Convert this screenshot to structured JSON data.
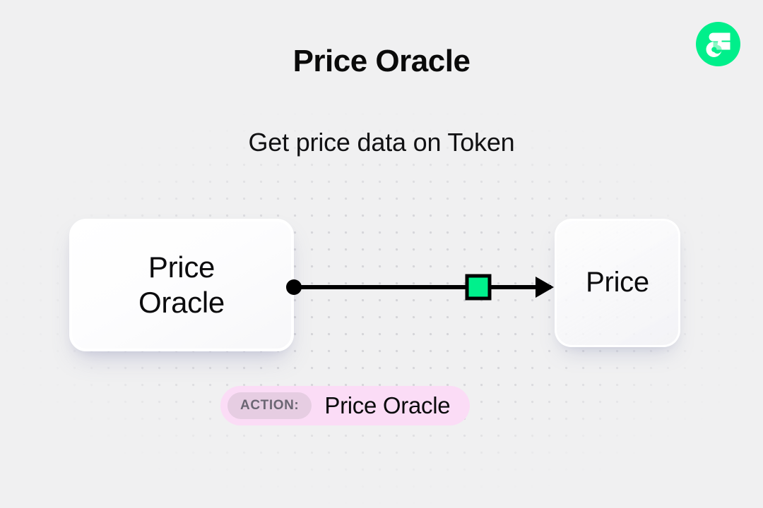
{
  "page": {
    "title": "Price Oracle",
    "subtitle": "Get price data on Token",
    "background_color": "#f0f0f1"
  },
  "brand": {
    "logo_name": "flow-logo",
    "logo_color": "#00ef8b",
    "logo_mark_color": "#ffffff"
  },
  "diagram": {
    "nodes": [
      {
        "id": "source",
        "label": "Price\nOracle",
        "line1": "Price",
        "line2": "Oracle",
        "role": "source"
      },
      {
        "id": "target",
        "label": "Price",
        "line1": "Price",
        "line2": "",
        "role": "target"
      }
    ],
    "connector": {
      "start_dot_color": "#000000",
      "line_color": "#000000",
      "arrow_color": "#000000",
      "midpoint_marker_color": "#00f08c",
      "midpoint_marker_border": "#000000",
      "midpoint_marker_shape": "square"
    }
  },
  "action": {
    "tag_label": "ACTION:",
    "value": "Price Oracle",
    "badge_background": "#fbdcf6",
    "tag_background": "#e6cde2",
    "tag_text_color": "#6b6673"
  }
}
